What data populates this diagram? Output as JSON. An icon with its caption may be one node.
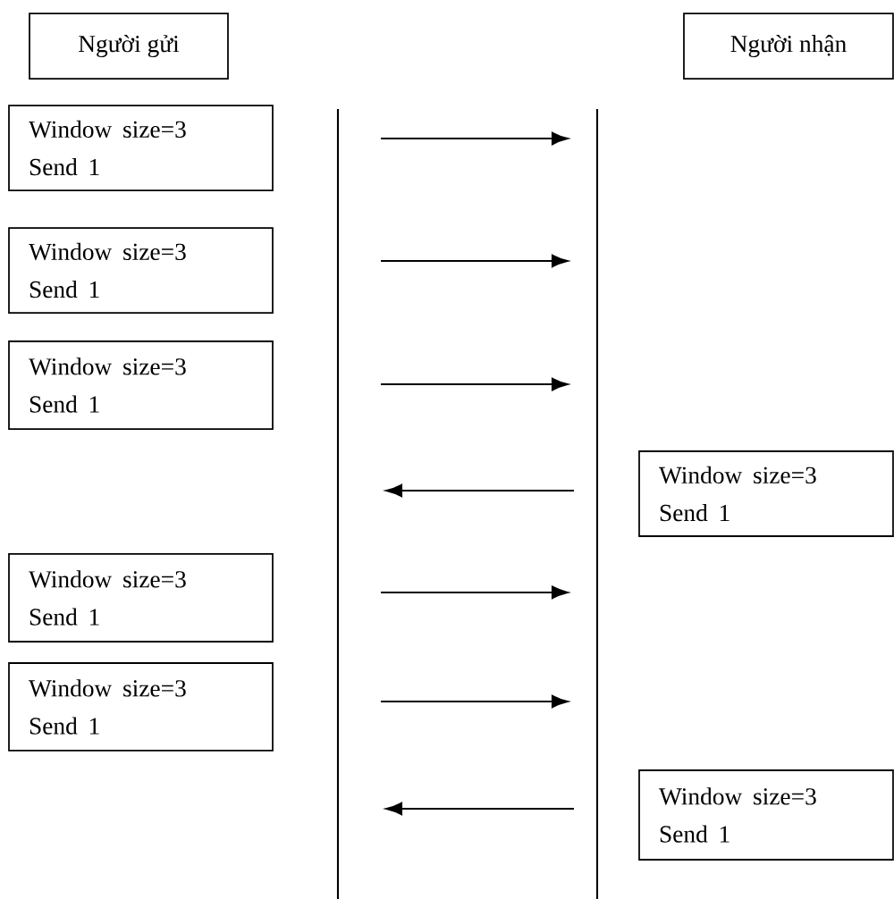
{
  "diagram": {
    "nodes": [
      {
        "text": [
          "Người gửi"
        ]
      },
      {
        "text": [
          "Người nhận"
        ]
      },
      {
        "text": [],
        "shape": "line"
      },
      {
        "text": [],
        "shape": "line"
      },
      {
        "text": [
          "Window size=3",
          "Send 1"
        ]
      },
      {
        "text": [
          "Window size=3",
          "Send 1"
        ]
      },
      {
        "text": [
          "Window size=3",
          "Send 1"
        ]
      },
      {
        "text": [
          "Window size=3",
          "Send 1"
        ]
      },
      {
        "text": [
          "Window size=3",
          "Send 1"
        ]
      },
      {
        "text": [
          "Window size=3",
          "Send 1"
        ]
      },
      {
        "text": [
          "Window size=3",
          "Send 1"
        ]
      }
    ],
    "edges": [
      {
        "from": 2,
        "to": 3,
        "arrow": "to"
      },
      {
        "from": 2,
        "to": 3,
        "arrow": "to"
      },
      {
        "from": 2,
        "to": 3,
        "arrow": "to"
      },
      {
        "from": 3,
        "to": 2,
        "arrow": "to"
      },
      {
        "from": 2,
        "to": 3,
        "arrow": "to"
      },
      {
        "from": 2,
        "to": 3,
        "arrow": "to"
      },
      {
        "from": 3,
        "to": 2,
        "arrow": "to"
      }
    ]
  }
}
